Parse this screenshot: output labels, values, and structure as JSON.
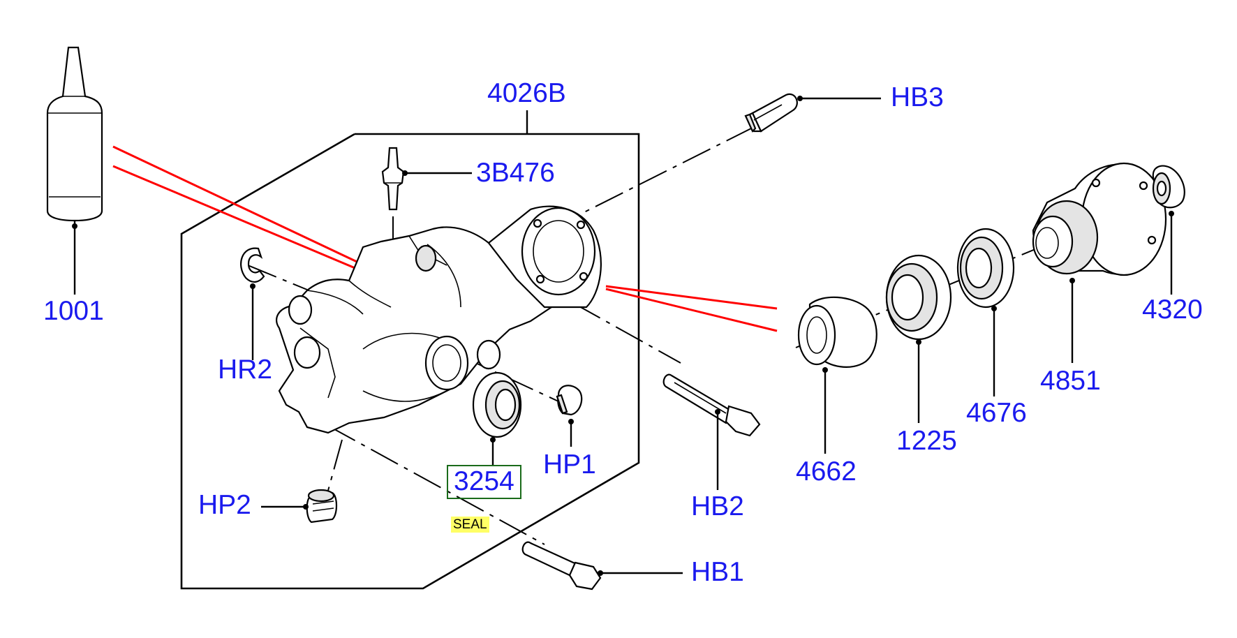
{
  "labels": {
    "l1001": "1001",
    "l4026b": "4026B",
    "lhb3": "HB3",
    "l3b476": "3B476",
    "lhr2": "HR2",
    "lhp1": "HP1",
    "l3254": "3254",
    "lhp2": "HP2",
    "lhb2": "HB2",
    "lhb1": "HB1",
    "l4662": "4662",
    "l1225": "1225",
    "l4676": "4676",
    "l4851": "4851",
    "l4320": "4320",
    "seal": "SEAL"
  },
  "colors": {
    "label_text": "#1a1aee",
    "callout_lines": "#ff0000",
    "highlight_box": "#1a6b1a",
    "seal_tag_bg": "#ffff66"
  }
}
